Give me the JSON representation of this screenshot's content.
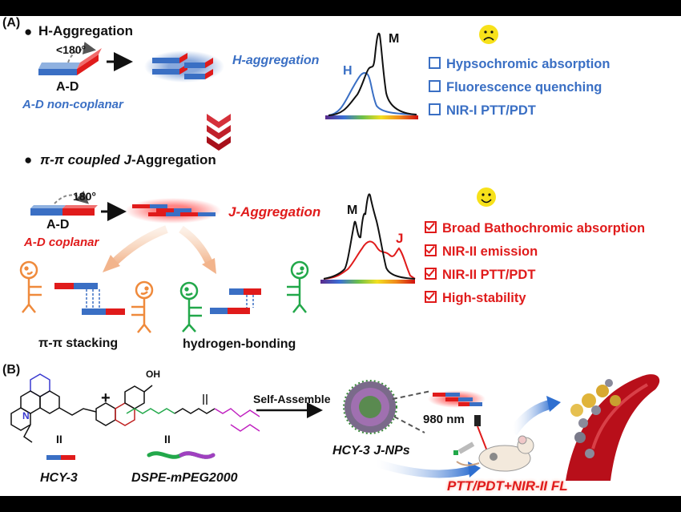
{
  "panel_a": {
    "label": "(A)",
    "h_section": {
      "header": "H-Aggregation",
      "angle_label": "<180°",
      "ad_label": "A-D",
      "subtitle": "A-D non-coplanar",
      "agg_label": "H-aggregation",
      "spectrum_h_label": "H",
      "spectrum_m_label": "M",
      "face": "sad",
      "properties": [
        "Hypsochromic absorption",
        "Fluorescence quenching",
        "NIR-I PTT/PDT"
      ]
    },
    "j_section": {
      "header_prefix": "π-π coupled",
      "header_j": "J",
      "header_suffix": "-Aggregation",
      "angle_label": "180°",
      "ad_label": "A-D",
      "subtitle": "A-D coplanar",
      "agg_label": "J-Aggregation",
      "spectrum_m_label": "M",
      "spectrum_j_label": "J",
      "face": "happy",
      "properties": [
        "Broad Bathochromic absorption",
        "NIR-II emission",
        "NIR-II PTT/PDT",
        "High-stability"
      ],
      "pi_label": "π-π stacking",
      "hbond_label": "hydrogen-bonding"
    }
  },
  "panel_b": {
    "label": "(B)",
    "plus": "+",
    "oh_label": "OH",
    "n_label": "N",
    "equals": "II",
    "hcy_label": "HCY-3",
    "dspe_label": "DSPE-mPEG2000",
    "self_assemble": "Self-Assemble",
    "laser": "980 nm",
    "nps_label": "HCY-3 J-NPs",
    "outcome": "PTT/PDT+NIR-II FL"
  },
  "colors": {
    "blue": "#3a6fc4",
    "red": "#e01b1b",
    "orange": "#ef8a3c",
    "green": "#22a84a",
    "dark_red": "#b80f1a"
  }
}
